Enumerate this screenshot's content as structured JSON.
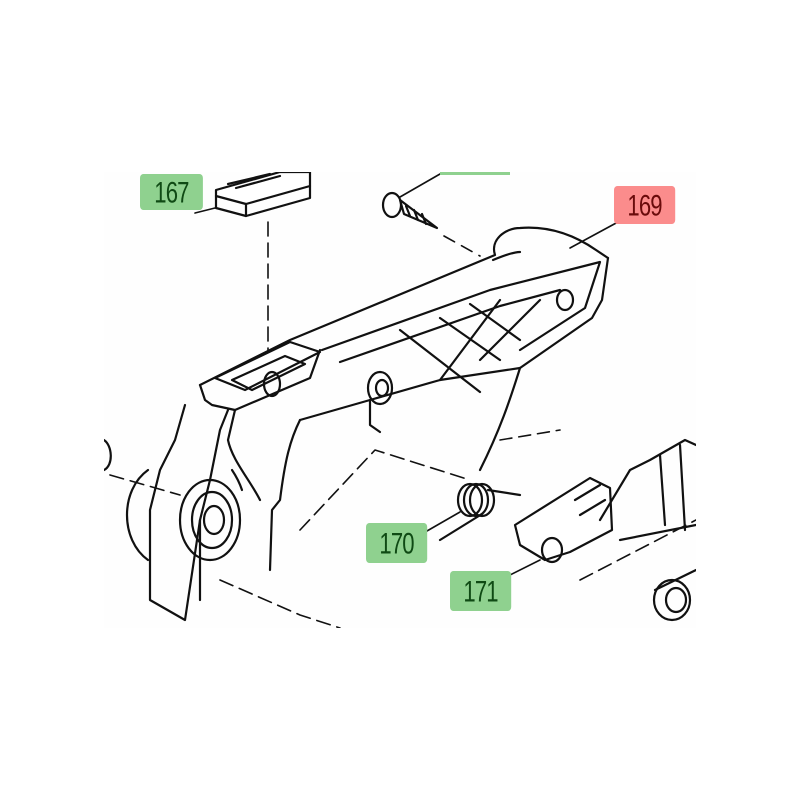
{
  "diagram": {
    "type": "exploded parts diagram",
    "description": "Rear handle assembly with spring and lever",
    "colors": {
      "highlight_part": "#fb8c8c",
      "callout": "#8fd18f",
      "line": "#111111"
    },
    "callouts": [
      {
        "id": "167",
        "label": "167",
        "highlighted": false
      },
      {
        "id": "168",
        "label": "",
        "highlighted": false,
        "note": "partially cropped at top"
      },
      {
        "id": "169",
        "label": "169",
        "highlighted": true
      },
      {
        "id": "170",
        "label": "170",
        "highlighted": false
      },
      {
        "id": "171",
        "label": "171",
        "highlighted": false
      }
    ],
    "parts": [
      {
        "ref": "167",
        "name": "block-part"
      },
      {
        "ref": "screw",
        "name": "screw"
      },
      {
        "ref": "169",
        "name": "handle"
      },
      {
        "ref": "170",
        "name": "spring"
      },
      {
        "ref": "171",
        "name": "lever"
      }
    ]
  }
}
